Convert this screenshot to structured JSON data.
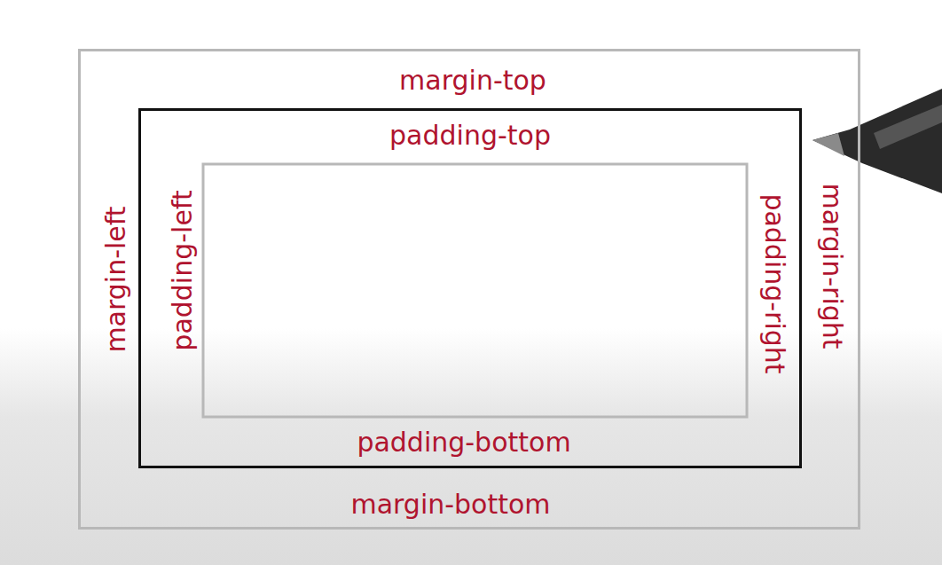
{
  "diagram": {
    "nodes": [
      {
        "text": [
          "margin-top",
          "margin-left",
          "margin-right",
          "margin-bottom"
        ]
      },
      {
        "text": [
          "padding-top",
          "padding-left",
          "padding-right",
          "padding-bottom"
        ],
        "in": 0
      }
    ]
  }
}
